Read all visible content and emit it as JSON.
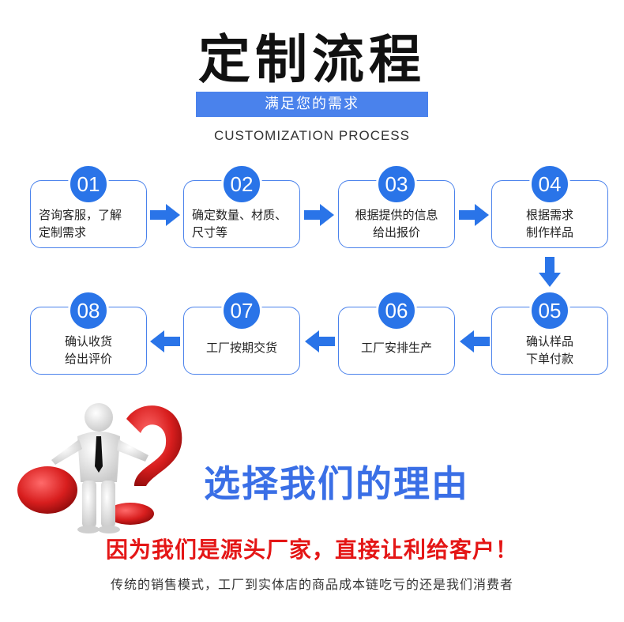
{
  "header": {
    "title": "定制流程",
    "subtitle": "满足您的需求",
    "english": "CUSTOMIZATION PROCESS"
  },
  "steps": [
    {
      "num": "01",
      "text": "咨询客服，了解\n定制需求"
    },
    {
      "num": "02",
      "text": "确定数量、材质、\n尺寸等"
    },
    {
      "num": "03",
      "text": "根据提供的信息\n给出报价"
    },
    {
      "num": "04",
      "text": "根据需求\n制作样品"
    },
    {
      "num": "05",
      "text": "确认样品\n下单付款"
    },
    {
      "num": "06",
      "text": "工厂安排生产"
    },
    {
      "num": "07",
      "text": "工厂按期交货"
    },
    {
      "num": "08",
      "text": "确认收货\n给出评价"
    }
  ],
  "reason": {
    "heading": "选择我们的理由",
    "slogan": "因为我们是源头厂家，直接让利给客户！",
    "description": "传统的销售模式，工厂到实体店的商品成本链吃亏的还是我们消费者"
  },
  "colors": {
    "accent": "#4a82ec",
    "badge": "#2a74e8",
    "arrow": "#2a74e8",
    "slogan": "#e41616",
    "question_mark": "#d81e1e"
  },
  "icons": [
    "arrow-right-icon",
    "arrow-down-icon",
    "arrow-left-icon",
    "question-mark-figure"
  ]
}
